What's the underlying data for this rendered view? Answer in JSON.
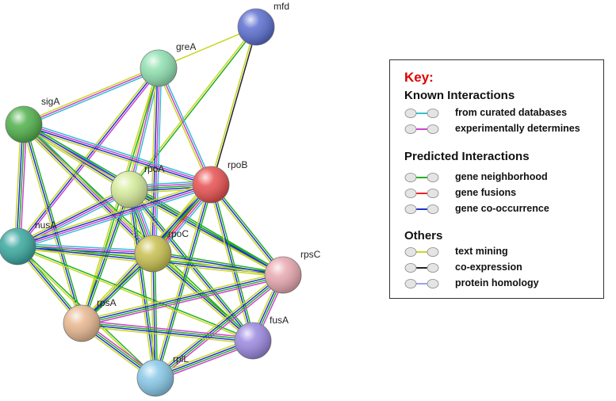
{
  "nodes": [
    {
      "id": "mfd",
      "label": "mfd",
      "color": "#5b6ed0"
    },
    {
      "id": "greA",
      "label": "greA",
      "color": "#8fe0b0"
    },
    {
      "id": "sigA",
      "label": "sigA",
      "color": "#4fb04a"
    },
    {
      "id": "rpoA",
      "label": "rpoA",
      "color": "#d6ec9a"
    },
    {
      "id": "rpoB",
      "label": "rpoB",
      "color": "#e85050"
    },
    {
      "id": "nusA",
      "label": "nusA",
      "color": "#3aa8a0"
    },
    {
      "id": "rpoC",
      "label": "rpoC",
      "color": "#c8c050"
    },
    {
      "id": "rpsC",
      "label": "rpsC",
      "color": "#e8a8b0"
    },
    {
      "id": "rpsA",
      "label": "rpsA",
      "color": "#e8b890"
    },
    {
      "id": "fusA",
      "label": "fusA",
      "color": "#9a88e0"
    },
    {
      "id": "rplL",
      "label": "rplL",
      "color": "#88c8e8"
    }
  ],
  "edges": [
    {
      "a": "mfd",
      "b": "greA",
      "types": [
        "text"
      ]
    },
    {
      "a": "mfd",
      "b": "rpoB",
      "types": [
        "coexp",
        "text"
      ]
    },
    {
      "a": "mfd",
      "b": "rpoA",
      "types": [
        "neighborhood",
        "text"
      ]
    },
    {
      "a": "greA",
      "b": "sigA",
      "types": [
        "curated",
        "experimental",
        "text"
      ]
    },
    {
      "a": "greA",
      "b": "rpoA",
      "types": [
        "curated",
        "experimental",
        "text"
      ]
    },
    {
      "a": "greA",
      "b": "rpoB",
      "types": [
        "curated",
        "experimental",
        "text"
      ]
    },
    {
      "a": "greA",
      "b": "nusA",
      "types": [
        "experimental",
        "cooccurrence",
        "text"
      ]
    },
    {
      "a": "greA",
      "b": "rpoC",
      "types": [
        "curated",
        "experimental",
        "cooccurrence",
        "text"
      ]
    },
    {
      "a": "greA",
      "b": "rpsA",
      "types": [
        "neighborhood",
        "text"
      ]
    },
    {
      "a": "sigA",
      "b": "rpoA",
      "types": [
        "curated",
        "experimental",
        "cooccurrence",
        "text"
      ]
    },
    {
      "a": "sigA",
      "b": "rpoB",
      "types": [
        "curated",
        "experimental",
        "cooccurrence",
        "text"
      ]
    },
    {
      "a": "sigA",
      "b": "nusA",
      "types": [
        "experimental",
        "neighborhood",
        "cooccurrence",
        "text"
      ]
    },
    {
      "a": "sigA",
      "b": "rpoC",
      "types": [
        "curated",
        "experimental",
        "cooccurrence",
        "text"
      ]
    },
    {
      "a": "sigA",
      "b": "rpsA",
      "types": [
        "neighborhood",
        "cooccurrence",
        "text"
      ]
    },
    {
      "a": "sigA",
      "b": "rpsC",
      "types": [
        "neighborhood",
        "cooccurrence",
        "text"
      ]
    },
    {
      "a": "sigA",
      "b": "fusA",
      "types": [
        "neighborhood",
        "text"
      ]
    },
    {
      "a": "rpoA",
      "b": "rpoB",
      "types": [
        "curated",
        "experimental",
        "neighborhood",
        "cooccurrence",
        "text"
      ]
    },
    {
      "a": "rpoA",
      "b": "nusA",
      "types": [
        "curated",
        "experimental",
        "cooccurrence",
        "text"
      ]
    },
    {
      "a": "rpoA",
      "b": "rpoC",
      "types": [
        "curated",
        "experimental",
        "neighborhood",
        "cooccurrence",
        "text"
      ]
    },
    {
      "a": "rpoA",
      "b": "rpsC",
      "types": [
        "neighborhood",
        "cooccurrence",
        "text"
      ]
    },
    {
      "a": "rpoA",
      "b": "rpsA",
      "types": [
        "neighborhood",
        "cooccurrence",
        "text"
      ]
    },
    {
      "a": "rpoA",
      "b": "fusA",
      "types": [
        "neighborhood",
        "cooccurrence",
        "text"
      ]
    },
    {
      "a": "rpoA",
      "b": "rplL",
      "types": [
        "neighborhood",
        "cooccurrence",
        "text"
      ]
    },
    {
      "a": "rpoB",
      "b": "nusA",
      "types": [
        "curated",
        "experimental",
        "cooccurrence",
        "text"
      ]
    },
    {
      "a": "rpoB",
      "b": "rpoC",
      "types": [
        "curated",
        "experimental",
        "fusion",
        "neighborhood",
        "cooccurrence",
        "text"
      ]
    },
    {
      "a": "rpoB",
      "b": "rpsC",
      "types": [
        "neighborhood",
        "cooccurrence",
        "text"
      ]
    },
    {
      "a": "rpoB",
      "b": "rpsA",
      "types": [
        "neighborhood",
        "cooccurrence",
        "text"
      ]
    },
    {
      "a": "rpoB",
      "b": "fusA",
      "types": [
        "neighborhood",
        "cooccurrence",
        "text"
      ]
    },
    {
      "a": "rpoB",
      "b": "rplL",
      "types": [
        "neighborhood",
        "cooccurrence",
        "text"
      ]
    },
    {
      "a": "nusA",
      "b": "rpoC",
      "types": [
        "curated",
        "experimental",
        "cooccurrence",
        "text"
      ]
    },
    {
      "a": "nusA",
      "b": "rpsC",
      "types": [
        "neighborhood",
        "cooccurrence",
        "text"
      ]
    },
    {
      "a": "nusA",
      "b": "rpsA",
      "types": [
        "neighborhood",
        "cooccurrence",
        "text"
      ]
    },
    {
      "a": "nusA",
      "b": "fusA",
      "types": [
        "neighborhood",
        "text"
      ]
    },
    {
      "a": "nusA",
      "b": "rplL",
      "types": [
        "neighborhood",
        "text"
      ]
    },
    {
      "a": "rpoC",
      "b": "rpsC",
      "types": [
        "neighborhood",
        "cooccurrence",
        "text"
      ]
    },
    {
      "a": "rpoC",
      "b": "rpsA",
      "types": [
        "neighborhood",
        "cooccurrence",
        "text"
      ]
    },
    {
      "a": "rpoC",
      "b": "fusA",
      "types": [
        "neighborhood",
        "cooccurrence",
        "text"
      ]
    },
    {
      "a": "rpoC",
      "b": "rplL",
      "types": [
        "neighborhood",
        "cooccurrence",
        "text"
      ]
    },
    {
      "a": "rpsC",
      "b": "rpsA",
      "types": [
        "experimental",
        "neighborhood",
        "cooccurrence",
        "text"
      ]
    },
    {
      "a": "rpsC",
      "b": "fusA",
      "types": [
        "experimental",
        "neighborhood",
        "cooccurrence",
        "text"
      ]
    },
    {
      "a": "rpsC",
      "b": "rplL",
      "types": [
        "experimental",
        "neighborhood",
        "cooccurrence",
        "text"
      ]
    },
    {
      "a": "rpsA",
      "b": "fusA",
      "types": [
        "experimental",
        "neighborhood",
        "cooccurrence",
        "text"
      ]
    },
    {
      "a": "rpsA",
      "b": "rplL",
      "types": [
        "experimental",
        "neighborhood",
        "cooccurrence",
        "text"
      ]
    },
    {
      "a": "fusA",
      "b": "rplL",
      "types": [
        "experimental",
        "neighborhood",
        "cooccurrence",
        "text"
      ]
    }
  ],
  "key": {
    "title": "Key:",
    "known_heading": "Known Interactions",
    "known": [
      {
        "type": "curated",
        "label": "from curated databases",
        "color": "#33c0d0"
      },
      {
        "type": "experimental",
        "label": "experimentally determines",
        "color": "#d040d0"
      }
    ],
    "predicted_heading": "Predicted Interactions",
    "predicted": [
      {
        "type": "neighborhood",
        "label": "gene neighborhood",
        "color": "#20b020"
      },
      {
        "type": "fusion",
        "label": "gene fusions",
        "color": "#ee2020"
      },
      {
        "type": "cooccurrence",
        "label": "gene co-occurrence",
        "color": "#2030d0"
      }
    ],
    "others_heading": "Others",
    "others": [
      {
        "type": "text",
        "label": "text mining",
        "color": "#c8d820"
      },
      {
        "type": "coexp",
        "label": "co-expression",
        "color": "#222222"
      },
      {
        "type": "homology",
        "label": "protein homology",
        "color": "#9aa0f0"
      }
    ]
  }
}
